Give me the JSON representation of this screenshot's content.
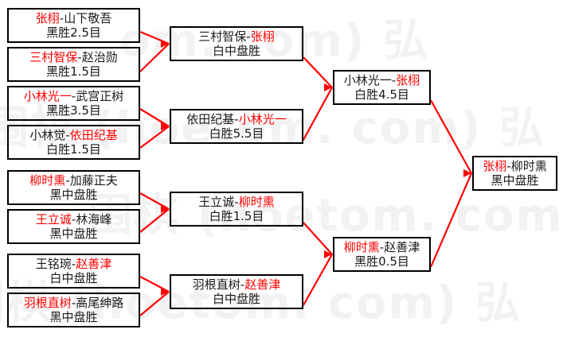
{
  "diagram": {
    "type": "single-elimination-bracket",
    "title": "Go tournament bracket",
    "winner_color": "#ff0000",
    "text_color": "#1a1a1a",
    "line_color": "#ff0000",
    "box_border_color": "#000000",
    "background": "#ffffff"
  },
  "watermark": {
    "lines": [
      "om. com) 弘",
      "围棋 (hoetom. com) 弘",
      "围棋 (hoetom. com) 弘",
      "围棋 (hoetom. com) 弘"
    ]
  },
  "rounds": [
    {
      "name": "round-1",
      "matches": [
        {
          "left": "张栩",
          "right": "山下敬吾",
          "winner": "left",
          "result": "黑胜2.5目"
        },
        {
          "left": "三村智保",
          "right": "赵治勋",
          "winner": "left",
          "result": "黑胜1.5目"
        },
        {
          "left": "小林光一",
          "right": "武宫正树",
          "winner": "left",
          "result": "黑胜3.5目"
        },
        {
          "left": "小林觉",
          "right": "依田纪基",
          "winner": "right",
          "result": "白胜1.5目"
        },
        {
          "left": "柳时熏",
          "right": "加藤正夫",
          "winner": "left",
          "result": "黑中盘胜"
        },
        {
          "left": "王立诚",
          "right": "林海峰",
          "winner": "left",
          "result": "黑中盘胜"
        },
        {
          "left": "王铭琬",
          "right": "赵善津",
          "winner": "right",
          "result": "白中盘胜"
        },
        {
          "left": "羽根直树",
          "right": "高尾绅路",
          "winner": "left",
          "result": "黑中盘胜"
        }
      ]
    },
    {
      "name": "round-2",
      "matches": [
        {
          "left": "三村智保",
          "right": "张栩",
          "winner": "right",
          "result": "白中盘胜"
        },
        {
          "left": "依田纪基",
          "right": "小林光一",
          "winner": "right",
          "result": "白胜5.5目"
        },
        {
          "left": "王立诚",
          "right": "柳时熏",
          "winner": "right",
          "result": "白胜1.5目"
        },
        {
          "left": "羽根直树",
          "right": "赵善津",
          "winner": "right",
          "result": "白中盘胜"
        }
      ]
    },
    {
      "name": "semifinal",
      "matches": [
        {
          "left": "小林光一",
          "right": "张栩",
          "winner": "right",
          "result": "白胜4.5目"
        },
        {
          "left": "柳时熏",
          "right": "赵善津",
          "winner": "left",
          "result": "黑胜0.5目"
        }
      ]
    },
    {
      "name": "final",
      "matches": [
        {
          "left": "张栩",
          "right": "柳时熏",
          "winner": "left",
          "result": "黑中盘胜"
        }
      ]
    }
  ],
  "separator": "-"
}
